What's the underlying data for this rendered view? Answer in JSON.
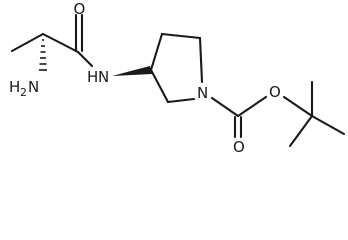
{
  "molecule": {
    "atoms": {
      "carbonyl_o_amide": "O",
      "amine_n": "N",
      "amine_h": "H",
      "amine_h_count": "2",
      "amide_n": "N",
      "amide_h": "H",
      "ring_n": "N",
      "ester_o_carbonyl": "O",
      "ester_o": "O"
    },
    "colors": {
      "bond": "#1a1a1a",
      "label": "#1a1a1a",
      "background": "#ffffff"
    }
  }
}
